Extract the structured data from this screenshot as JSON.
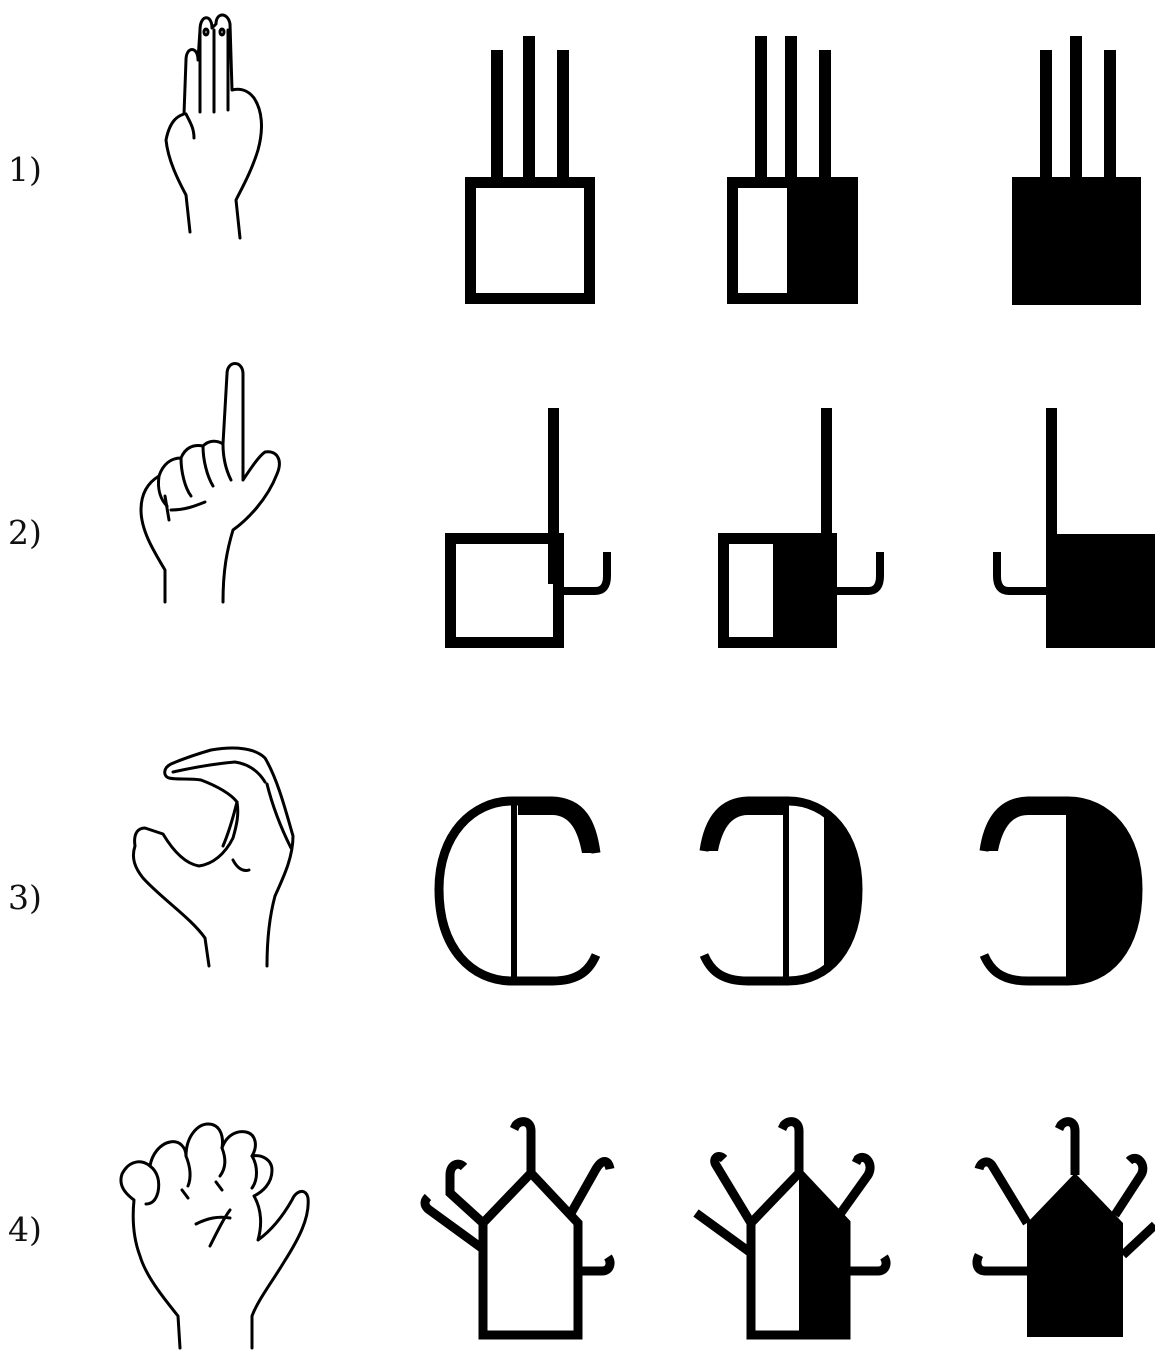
{
  "rows": [
    {
      "label": "1)",
      "hand_icon": "three-fingers-up-hand-icon",
      "symbol_icon": "three-fingers-symbol-icon"
    },
    {
      "label": "2)",
      "hand_icon": "index-finger-up-hand-icon",
      "symbol_icon": "index-finger-symbol-icon"
    },
    {
      "label": "3)",
      "hand_icon": "c-shape-hand-icon",
      "symbol_icon": "c-shape-symbol-icon"
    },
    {
      "label": "4)",
      "hand_icon": "claw-hand-icon",
      "symbol_icon": "claw-symbol-icon"
    }
  ],
  "fill_variants": [
    "empty",
    "half-filled",
    "filled"
  ],
  "colors": {
    "ink": "#000000",
    "background": "#ffffff"
  }
}
